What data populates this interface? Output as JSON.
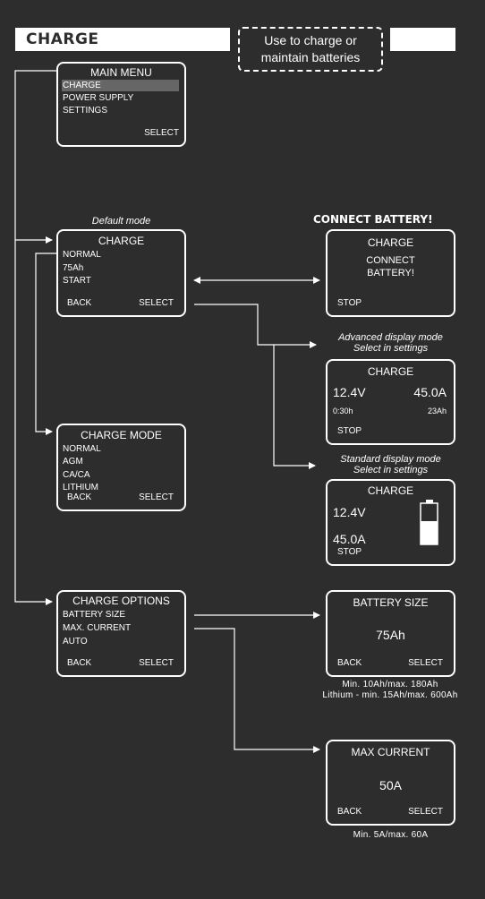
{
  "header": {
    "title": "CHARGE",
    "note": [
      "Use to charge or",
      "maintain batteries"
    ]
  },
  "main_menu": {
    "title": "MAIN MENU",
    "items": [
      "CHARGE",
      "POWER SUPPLY",
      "SETTINGS"
    ],
    "select": "SELECT"
  },
  "charge": {
    "caption": "Default mode",
    "title": "CHARGE",
    "items": [
      "NORMAL",
      "75Ah",
      "START"
    ],
    "back": "BACK",
    "select": "SELECT"
  },
  "connect": {
    "alert": "CONNECT BATTERY!",
    "title": "CHARGE",
    "message": [
      "CONNECT",
      "BATTERY!"
    ],
    "stop": "STOP"
  },
  "advanced": {
    "caption": [
      "Advanced display mode",
      "Select in settings"
    ],
    "title": "CHARGE",
    "voltage": "12.4V",
    "current": "45.0A",
    "time": "0:30h",
    "capacity": "23Ah",
    "stop": "STOP"
  },
  "standard": {
    "caption": [
      "Standard display mode",
      "Select in settings"
    ],
    "title": "CHARGE",
    "voltage": "12.4V",
    "current": "45.0A",
    "stop": "STOP"
  },
  "charge_mode": {
    "title": "CHARGE MODE",
    "items": [
      "NORMAL",
      "AGM",
      "CA/CA",
      "LITHIUM"
    ],
    "back": "BACK",
    "select": "SELECT"
  },
  "charge_options": {
    "title": "CHARGE OPTIONS",
    "items": [
      "BATTERY SIZE",
      "MAX. CURRENT",
      "AUTO"
    ],
    "back": "BACK",
    "select": "SELECT"
  },
  "battery_size": {
    "title": "BATTERY SIZE",
    "value": "75Ah",
    "back": "BACK",
    "select": "SELECT",
    "spec": [
      "Min. 10Ah/max. 180Ah",
      "Lithium - min. 15Ah/max. 600Ah"
    ]
  },
  "max_current": {
    "title": "MAX CURRENT",
    "value": "50A",
    "back": "BACK",
    "select": "SELECT",
    "spec": [
      "Min. 5A/max. 60A"
    ]
  }
}
